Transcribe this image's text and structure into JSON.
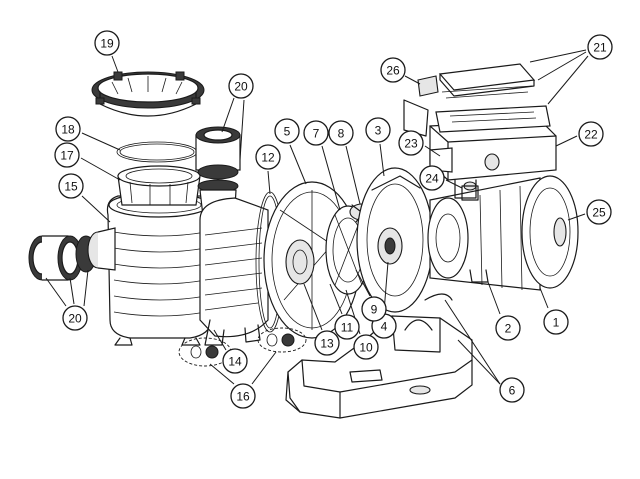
{
  "diagram": {
    "callouts": [
      {
        "id": "c1",
        "label": "1"
      },
      {
        "id": "c2",
        "label": "2"
      },
      {
        "id": "c3",
        "label": "3"
      },
      {
        "id": "c4",
        "label": "4"
      },
      {
        "id": "c5",
        "label": "5"
      },
      {
        "id": "c6",
        "label": "6"
      },
      {
        "id": "c7",
        "label": "7"
      },
      {
        "id": "c8",
        "label": "8"
      },
      {
        "id": "c9",
        "label": "9"
      },
      {
        "id": "c10",
        "label": "10"
      },
      {
        "id": "c11",
        "label": "11"
      },
      {
        "id": "c12",
        "label": "12"
      },
      {
        "id": "c13",
        "label": "13"
      },
      {
        "id": "c14",
        "label": "14"
      },
      {
        "id": "c15",
        "label": "15"
      },
      {
        "id": "c16",
        "label": "16"
      },
      {
        "id": "c17",
        "label": "17"
      },
      {
        "id": "c18",
        "label": "18"
      },
      {
        "id": "c19",
        "label": "19"
      },
      {
        "id": "c20a",
        "label": "20"
      },
      {
        "id": "c20b",
        "label": "20"
      },
      {
        "id": "c21",
        "label": "21"
      },
      {
        "id": "c22",
        "label": "22"
      },
      {
        "id": "c23",
        "label": "23"
      },
      {
        "id": "c24",
        "label": "24"
      },
      {
        "id": "c25",
        "label": "25"
      },
      {
        "id": "c26",
        "label": "26"
      }
    ]
  }
}
